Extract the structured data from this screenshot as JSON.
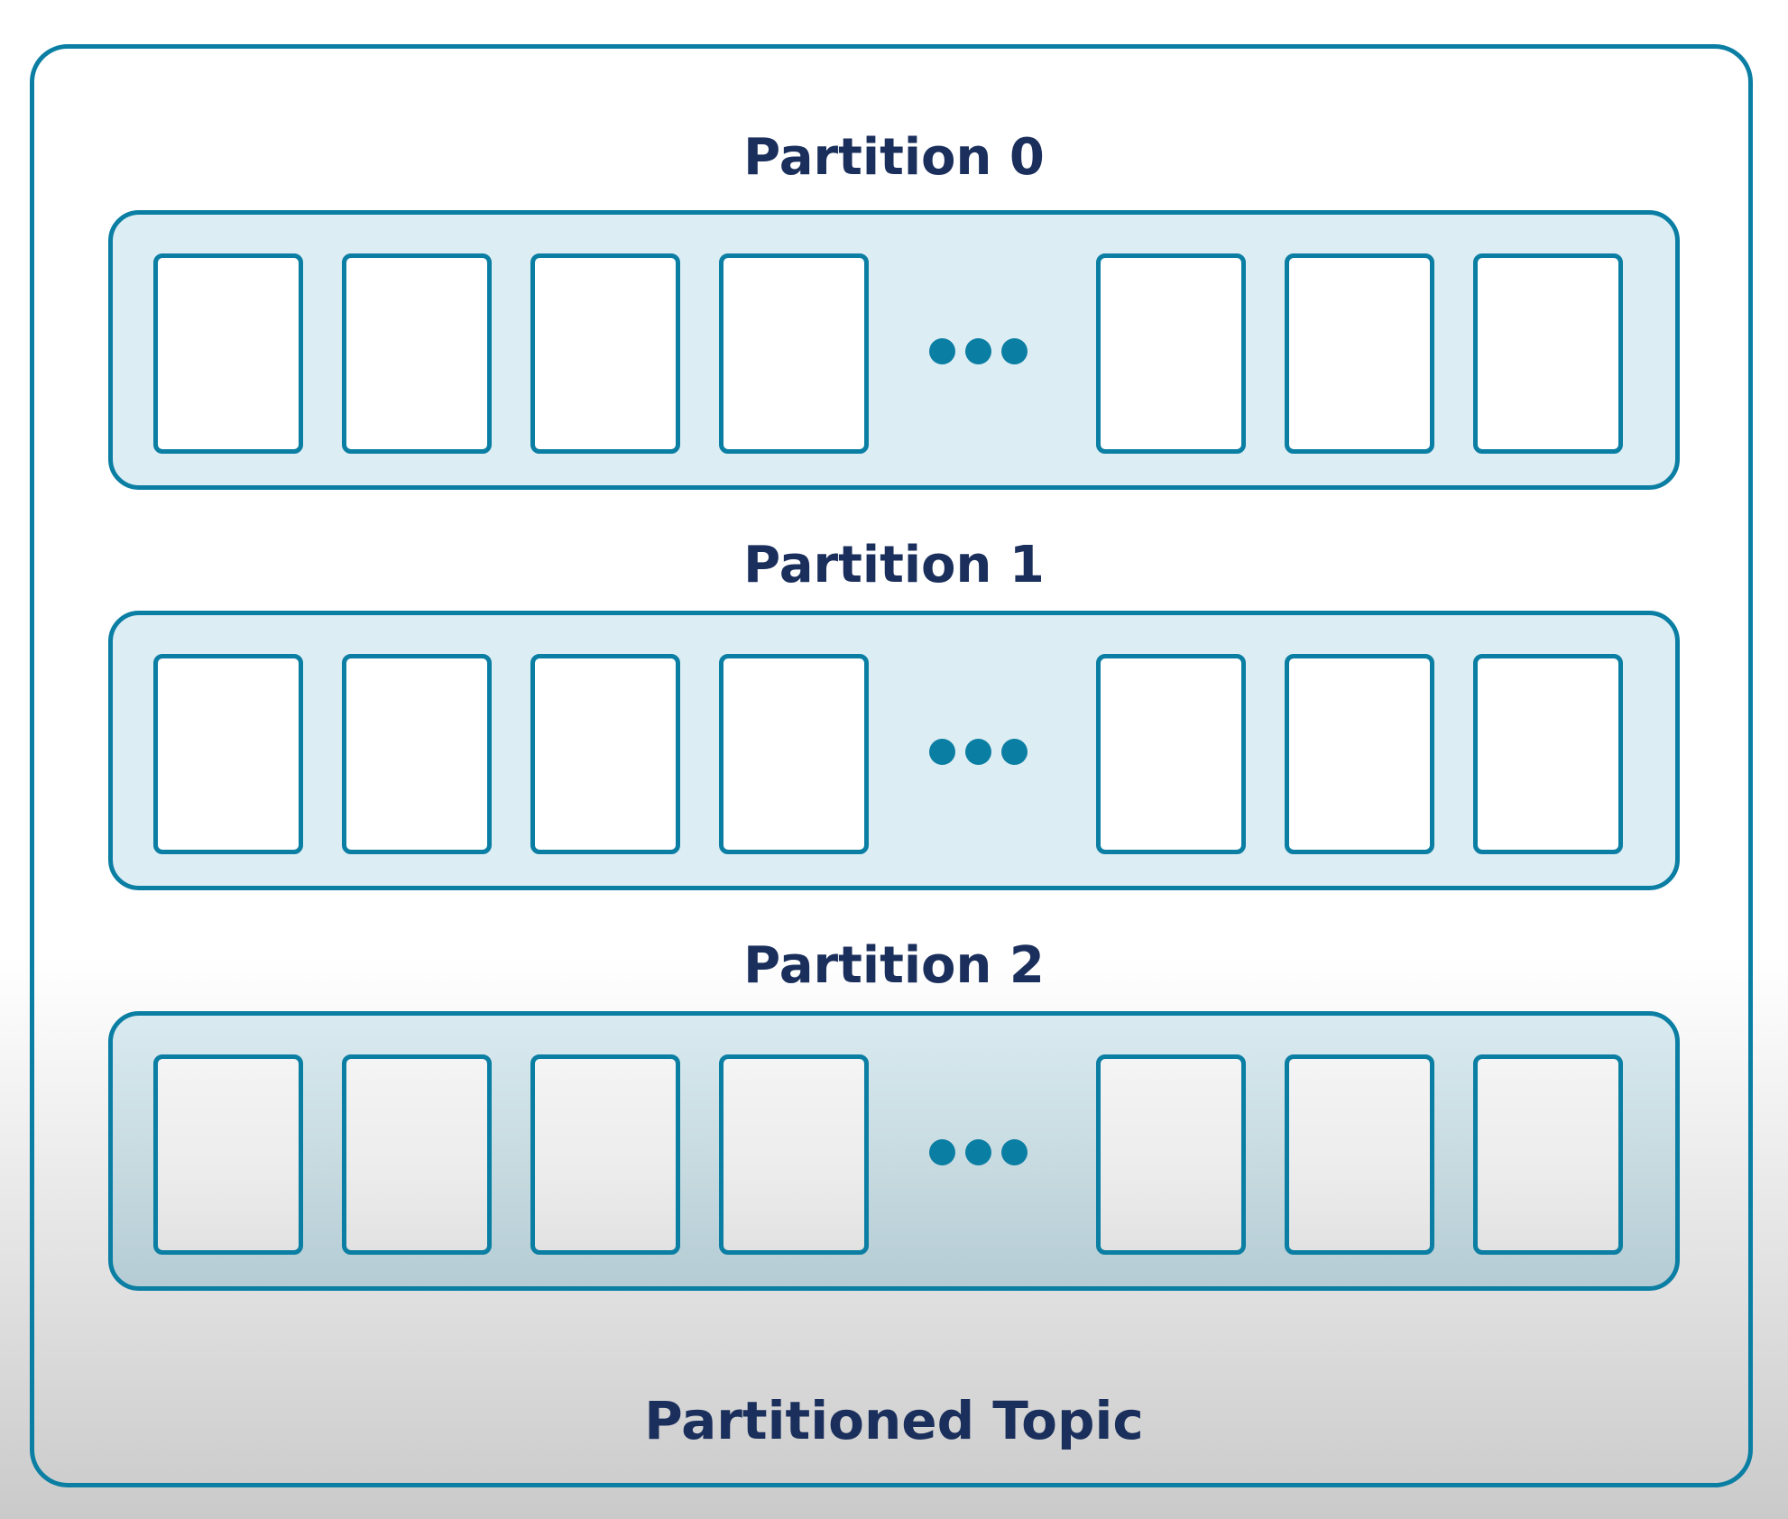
{
  "partitions": [
    {
      "label": "Partition 0"
    },
    {
      "label": "Partition 1"
    },
    {
      "label": "Partition 2"
    }
  ],
  "topic_label": "Partitioned Topic",
  "colors": {
    "border": "#0b7ea3",
    "text": "#1b2f5c",
    "partition_fill": "#dcedf4",
    "message_fill": "#ffffff"
  }
}
